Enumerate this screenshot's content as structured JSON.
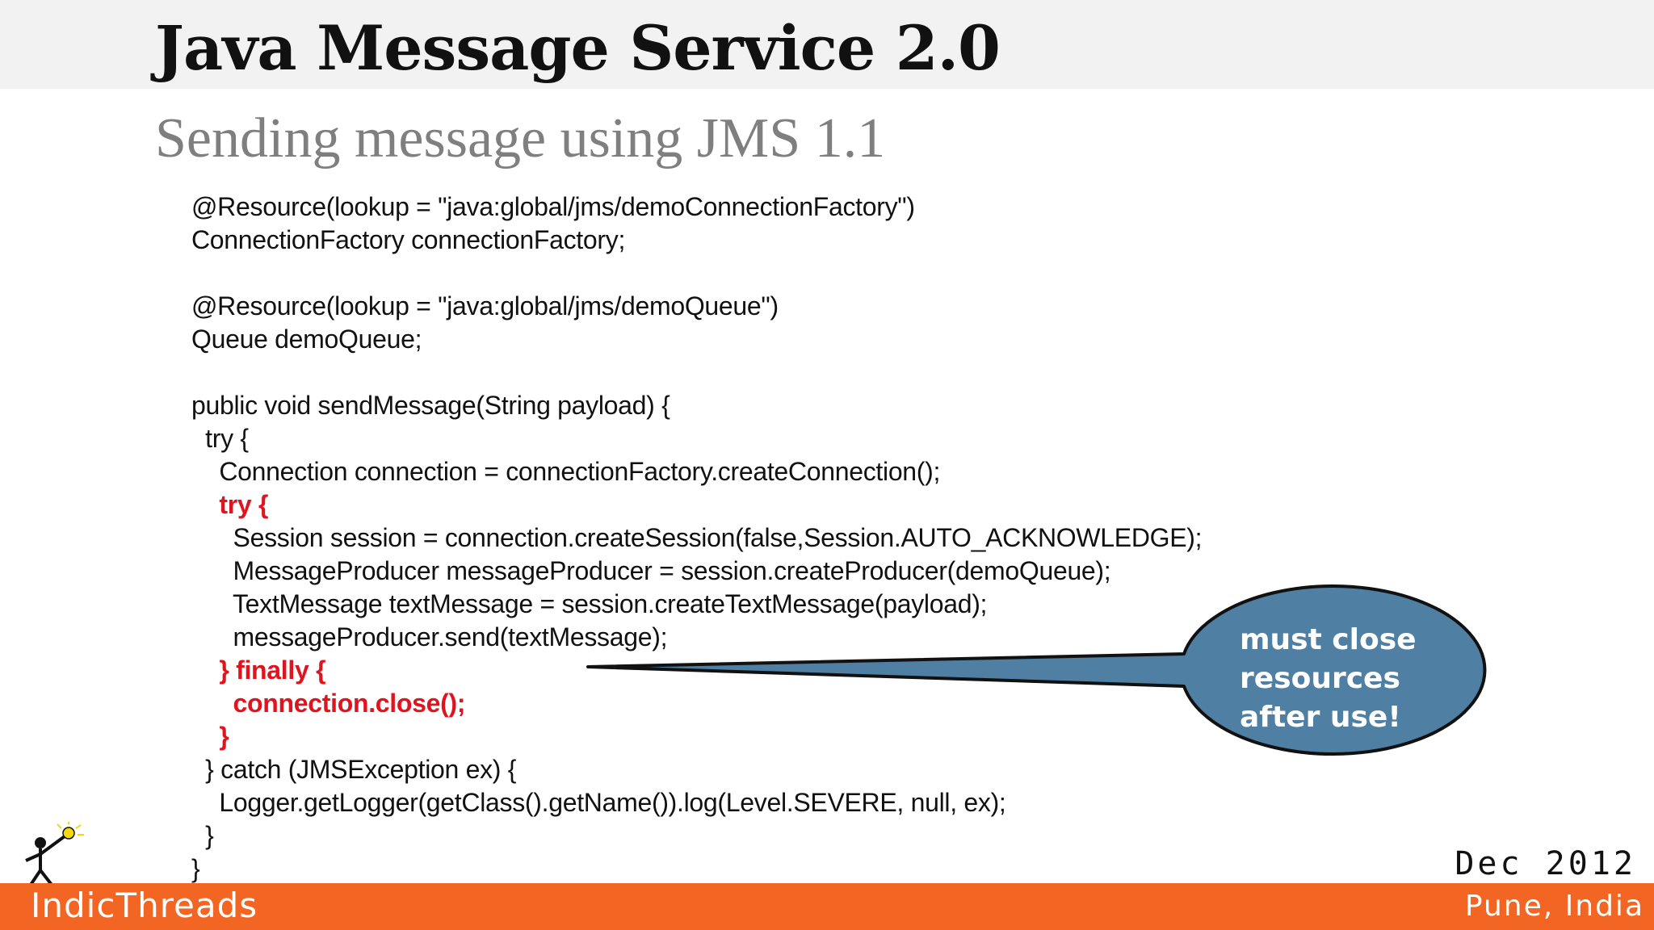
{
  "slide": {
    "title": "Java Message Service 2.0",
    "subtitle": "Sending message using JMS 1.1"
  },
  "code": {
    "lines": [
      {
        "text": "@Resource(lookup = \"java:global/jms/demoConnectionFactory\")",
        "highlight": false
      },
      {
        "text": "ConnectionFactory connectionFactory;",
        "highlight": false
      },
      {
        "text": "",
        "highlight": false
      },
      {
        "text": "@Resource(lookup = \"java:global/jms/demoQueue\")",
        "highlight": false
      },
      {
        "text": "Queue demoQueue;",
        "highlight": false
      },
      {
        "text": "",
        "highlight": false
      },
      {
        "text": "public void sendMessage(String payload) {",
        "highlight": false
      },
      {
        "text": "  try {",
        "highlight": false
      },
      {
        "text": "    Connection connection = connectionFactory.createConnection();",
        "highlight": false
      },
      {
        "text": "    try {",
        "highlight": true
      },
      {
        "text": "      Session session = connection.createSession(false,Session.AUTO_ACKNOWLEDGE);",
        "highlight": false
      },
      {
        "text": "      MessageProducer messageProducer = session.createProducer(demoQueue);",
        "highlight": false
      },
      {
        "text": "      TextMessage textMessage = session.createTextMessage(payload);",
        "highlight": false
      },
      {
        "text": "      messageProducer.send(textMessage);",
        "highlight": false
      },
      {
        "text": "    } finally {",
        "highlight": true
      },
      {
        "text": "      connection.close();",
        "highlight": true
      },
      {
        "text": "    }",
        "highlight": true
      },
      {
        "text": "  } catch (JMSException ex) {",
        "highlight": false
      },
      {
        "text": "    Logger.getLogger(getClass().getName()).log(Level.SEVERE, null, ex);",
        "highlight": false
      },
      {
        "text": "  }",
        "highlight": false
      },
      {
        "text": "}",
        "highlight": false
      }
    ]
  },
  "callout": {
    "text": "must close\nresources\nafter use!",
    "fill_color": "#4f7fa3",
    "stroke_color": "#111111"
  },
  "footer": {
    "brand": "IndicThreads",
    "date": "Dec 2012",
    "location": "Pune, India"
  },
  "colors": {
    "title_band": "#f2f2f2",
    "subtitle": "#7f7f7f",
    "highlight_code": "#e0141e",
    "footer_bar": "#f26522",
    "text": "#111111"
  },
  "icons": {
    "logo": "stick-figure-with-lightbulb-icon"
  }
}
